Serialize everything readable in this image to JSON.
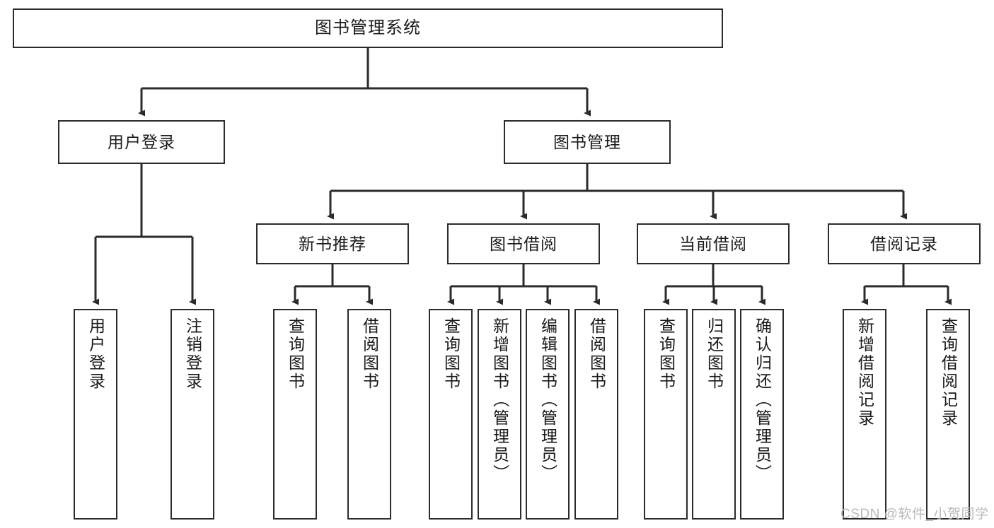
{
  "diagram": {
    "type": "tree",
    "title": "图书管理系统",
    "watermark": "CSDN @软件_小贺同学",
    "colors": {
      "box_border": "#2b2b2b",
      "box_fill": "#ffffff",
      "connector": "#2b2b2b",
      "text": "#1a1a1a",
      "watermark": "#b9b9b9"
    },
    "nodes": {
      "root": {
        "label": "图书管理系统"
      },
      "level2": [
        {
          "label": "用户登录"
        },
        {
          "label": "图书管理"
        }
      ],
      "level3": [
        {
          "label": "新书推荐"
        },
        {
          "label": "图书借阅"
        },
        {
          "label": "当前借阅"
        },
        {
          "label": "借阅记录"
        }
      ],
      "leaves_user_login": [
        {
          "label": "用户登录"
        },
        {
          "label": "注销登录"
        }
      ],
      "leaves_new_books": [
        {
          "label": "查询图书"
        },
        {
          "label": "借阅图书"
        }
      ],
      "leaves_borrow_books": [
        {
          "label": "查询图书"
        },
        {
          "label": "新增图书（管理员）"
        },
        {
          "label": "编辑图书（管理员）"
        },
        {
          "label": "借阅图书"
        }
      ],
      "leaves_current_borrow": [
        {
          "label": "查询图书"
        },
        {
          "label": "归还图书"
        },
        {
          "label": "确认归还（管理员）"
        }
      ],
      "leaves_borrow_records": [
        {
          "label": "新增借阅记录"
        },
        {
          "label": "查询借阅记录"
        }
      ]
    }
  }
}
